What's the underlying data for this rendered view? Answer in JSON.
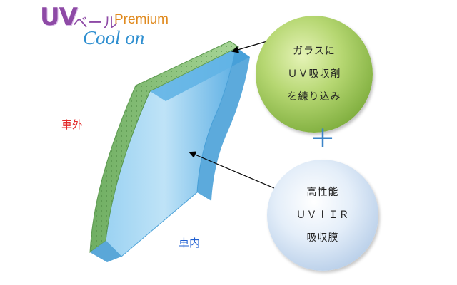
{
  "logo": {
    "uv": "UV",
    "veru": "ベール",
    "premium": "Premium",
    "coolon": "Cool on"
  },
  "labels": {
    "outside": "車外",
    "inside": "車内"
  },
  "callouts": {
    "green": {
      "lines": [
        "ガラスに",
        "ＵＶ吸収剤",
        "を練り込み"
      ],
      "color": "#9cc45a"
    },
    "plus": "＋",
    "blue": {
      "lines": [
        "高性能",
        "ＵＶ＋ＩＲ",
        "吸収膜"
      ],
      "color": "#c4d7ee"
    }
  },
  "colors": {
    "outer_layer": "#86c07a",
    "glass": "#7fc3ec",
    "arrow": "#000000",
    "outside_label": "#e32a2a",
    "inside_label": "#1f5fd1"
  }
}
